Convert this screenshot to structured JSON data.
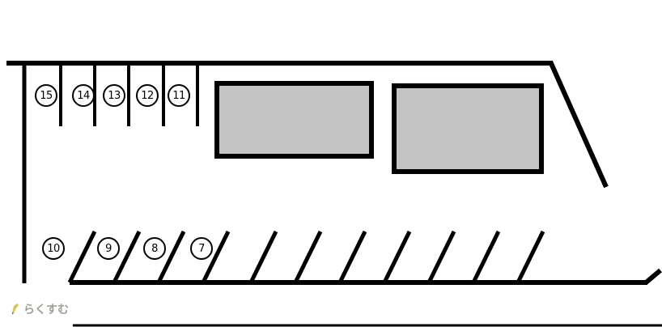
{
  "diagram": {
    "top_row": {
      "spaces": [
        {
          "label": "15"
        },
        {
          "label": "14"
        },
        {
          "label": "13"
        },
        {
          "label": "12"
        },
        {
          "label": "11"
        }
      ]
    },
    "bottom_row": {
      "spaces": [
        {
          "label": "10"
        },
        {
          "label": "9"
        },
        {
          "label": "8"
        },
        {
          "label": "7"
        }
      ]
    },
    "colors": {
      "line": "#000000",
      "building_fill": "#c3c3c3",
      "background": "#ffffff"
    }
  },
  "watermark": {
    "text": "らくすむ",
    "icon": "pencil-icon",
    "color": "#a0a096"
  }
}
